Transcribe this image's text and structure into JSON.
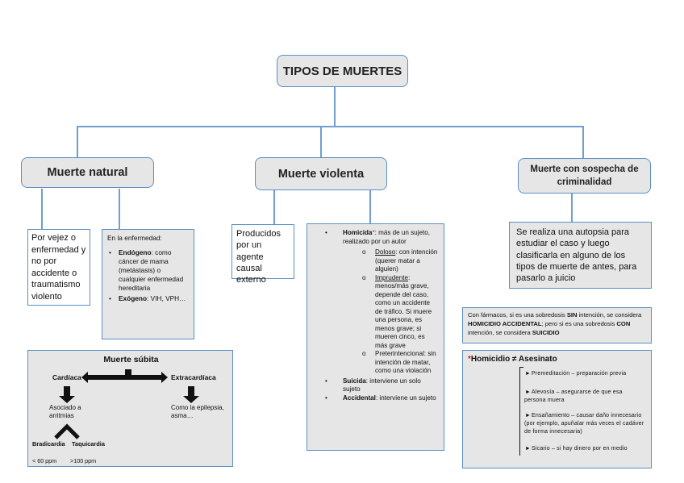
{
  "root": {
    "title": "TIPOS DE MUERTES"
  },
  "natural": {
    "title": "Muerte natural",
    "left_text": "Por vejez o enfermedad y no por accidente o traumatismo violento",
    "right_heading": "En la enfermedad:",
    "right_items": [
      {
        "bold": "Endógeno",
        "rest": ": como cáncer de mama (metástasis) o cualquier enfermedad hereditaria"
      },
      {
        "bold": "Exógeno",
        "rest": ": VIH, VPH…"
      }
    ]
  },
  "violenta": {
    "title": "Muerte violenta",
    "left_text": "Producidos por un agente causal externo",
    "homicida_label": "Homicida",
    "homicida_star": "*",
    "homicida_rest": ": más de un sujeto, realizado por un autor",
    "sub_items": [
      {
        "label": "Doloso",
        "rest": ": con intención (querer matar a alguien)"
      },
      {
        "label": "Imprudente",
        "rest": ": menos/más grave, depende del caso, como un accidente de tráfico. Si muere una persona, es menos grave; si mueren cinco, es más grave"
      },
      {
        "label": "Preterintencional",
        "rest": ": sin intención de matar, como una violación"
      }
    ],
    "suicida_label": "Suicida",
    "suicida_rest": ": interviene un solo sujeto",
    "accidental_label": "Accidental",
    "accidental_rest": ": interviene un sujeto"
  },
  "sospecha": {
    "title": "Muerte con sospecha de criminalidad",
    "text": "Se realiza una autopsia para estudiar el caso y luego clasificarla en alguno de los tipos de muerte de antes, para pasarlo a juicio"
  },
  "farmacos": {
    "p1": "Con fármacos, si es una sobredosis ",
    "b1": "SIN",
    "p2": " intención, se considera ",
    "b2": "HOMICIDIO ACCIDENTAL",
    "p3": "; pero si es una sobredosis ",
    "b3": "CON",
    "p4": " intención, se considera ",
    "b4": "SUICIDIO"
  },
  "homicidio": {
    "star": "*",
    "title": "Homicidio ≠ Asesinato",
    "items": [
      "Premeditación – preparación previa",
      "Alevosía – asegurarse de que esa persona muera",
      "Ensañamiento – causar daño innecesario (por ejemplo, apuñalar más veces el cadáver de forma innecesaria)",
      "Sicario – si hay dinero por en medio"
    ]
  },
  "subita": {
    "title": "Muerte súbita",
    "cardiaca": "Cardíaca",
    "extracardiaca": "Extracardíaca",
    "asociado": "Asociado a arritmias",
    "como": "Como la epilepsia, asma…",
    "bradicardia": "Bradicardia",
    "taquicardia": "Taquicardia",
    "bpm_low": "< 60 ppm",
    "bpm_high": ">100 ppm"
  }
}
